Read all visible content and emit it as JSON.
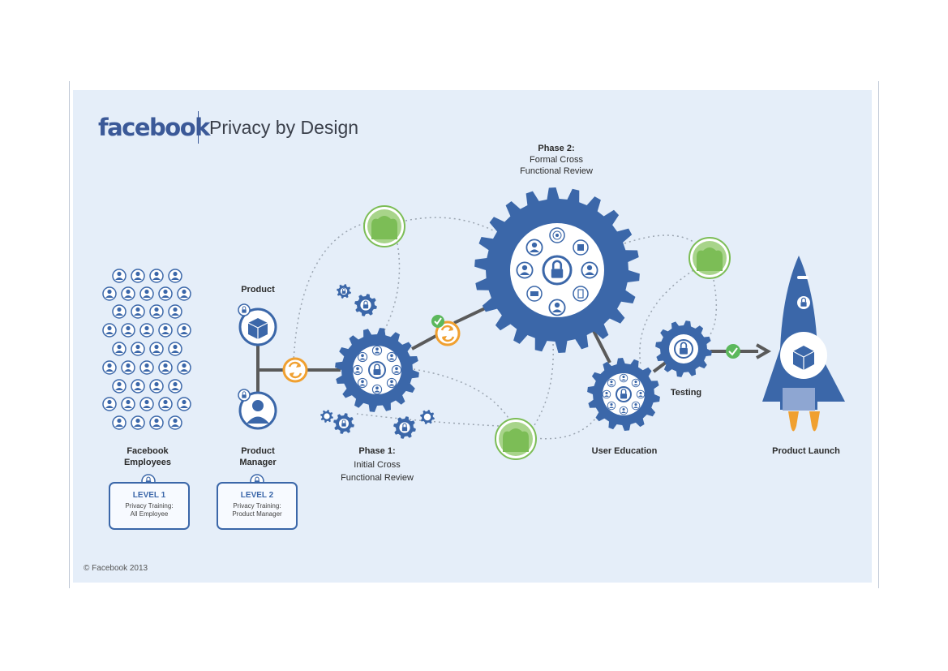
{
  "header": {
    "logo_text": "facebook",
    "title": "Privacy by Design"
  },
  "labels": {
    "phase2_title": "Phase 2:",
    "phase2_line1": "Formal Cross",
    "phase2_line2": "Functional Review",
    "product": "Product",
    "employees_line1": "Facebook",
    "employees_line2": "Employees",
    "manager_line1": "Product",
    "manager_line2": "Manager",
    "phase1_title": "Phase 1:",
    "phase1_line1": "Initial Cross",
    "phase1_line2": "Functional Review",
    "user_education": "User Education",
    "testing": "Testing",
    "product_launch": "Product Launch"
  },
  "levels": [
    {
      "title": "LEVEL 1",
      "line1": "Privacy Training:",
      "line2": "All Employee"
    },
    {
      "title": "LEVEL 2",
      "line1": "Privacy Training:",
      "line2": "Product Manager"
    }
  ],
  "footer": {
    "copyright": "© Facebook 2013"
  },
  "colors": {
    "background": "#e5eef9",
    "gear_blue": "#3b67a9",
    "brand_blue": "#3b5998",
    "sync_orange": "#f0a030",
    "check_green": "#5cb85c",
    "people_green": "#7cbd56",
    "connector_gray": "#5a5a5a"
  },
  "icons": [
    "person-icon",
    "lock-icon",
    "box-icon",
    "gear-icon",
    "sync-icon",
    "check-icon",
    "people-group-icon",
    "rocket-icon",
    "arrow-right-icon"
  ]
}
